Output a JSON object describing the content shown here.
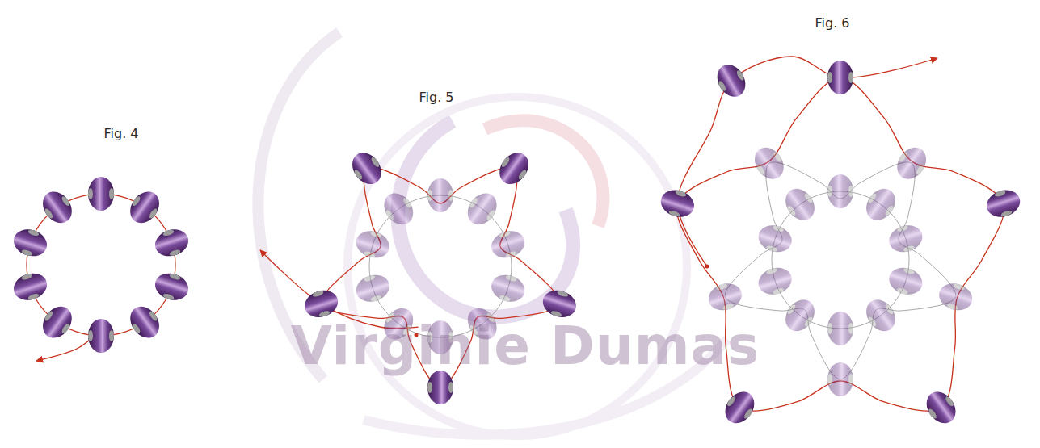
{
  "diagram": {
    "labels": [
      "Fig. 4",
      "Fig. 5",
      "Fig. 6",
      "Virginie Dumas"
    ]
  }
}
